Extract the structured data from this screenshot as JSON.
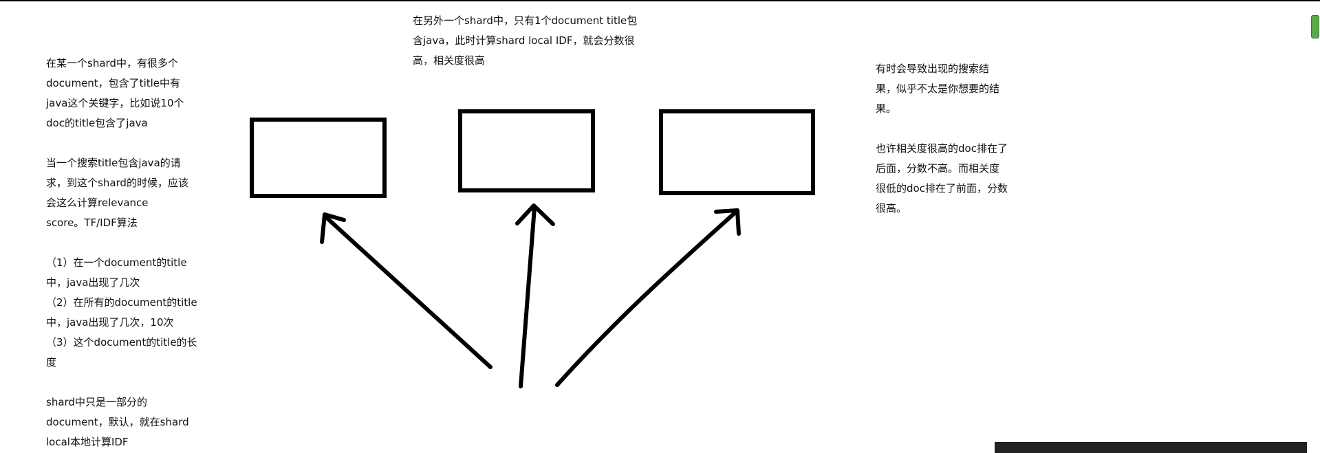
{
  "notes": {
    "left": "在某一个shard中，有很多个\ndocument，包含了title中有\njava这个关键字，比如说10个\ndoc的title包含了java\n\n当一个搜索title包含java的请\n求，到这个shard的时候，应该\n会这么计算relevance\nscore。TF/IDF算法\n\n（1）在一个document的title\n中，java出现了几次\n（2）在所有的document的title\n中，java出现了几次，10次\n（3）这个document的title的长\n度\n\nshard中只是一部分的\ndocument，默认，就在shard\nlocal本地计算IDF",
    "top": "在另外一个shard中，只有1个document title包\n含java，此时计算shard local IDF，就会分数很\n高，相关度很高",
    "right": "有时会导致出现的搜索结\n果，似乎不太是你想要的结\n果。\n\n也许相关度很高的doc排在了\n后面，分数不高。而相关度\n很低的doc排在了前面，分数\n很高。"
  },
  "colors": {
    "ink": "#000000",
    "scrollbar": "#5aaa4a",
    "bottom_bar": "#222222"
  }
}
